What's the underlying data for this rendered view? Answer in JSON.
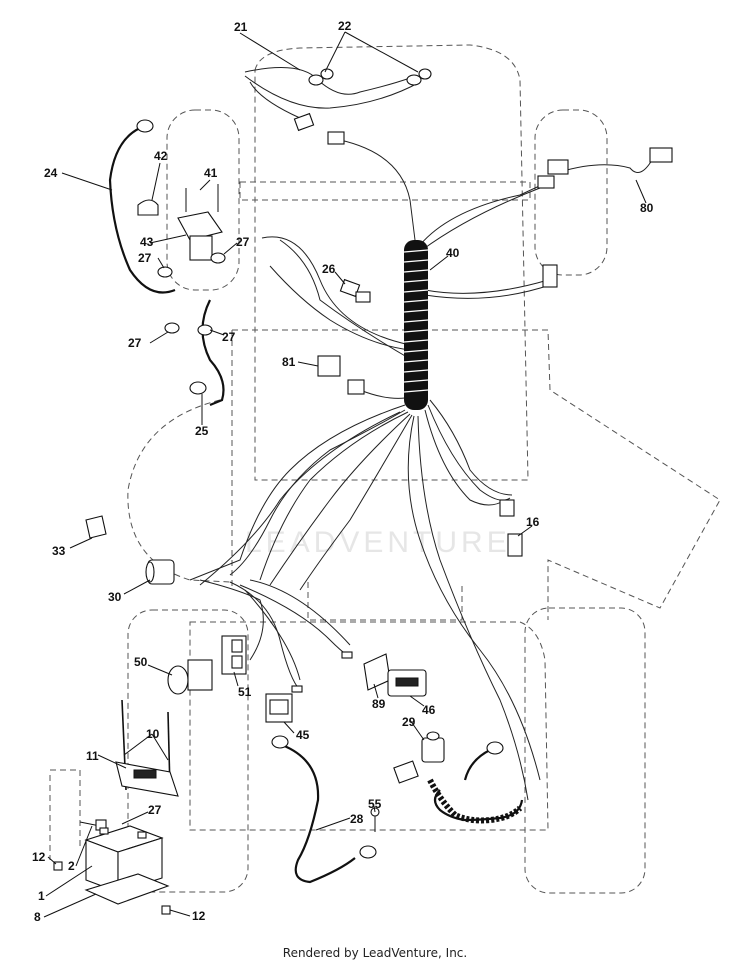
{
  "watermark": "LEADVENTURE",
  "footer": "Rendered by LeadVenture, Inc.",
  "callouts": [
    "21",
    "22",
    "24",
    "42",
    "41",
    "43",
    "27",
    "27",
    "27",
    "27",
    "26",
    "40",
    "80",
    "81",
    "25",
    "33",
    "16",
    "30",
    "50",
    "51",
    "10",
    "11",
    "45",
    "89",
    "46",
    "29",
    "55",
    "28",
    "27",
    "12",
    "2",
    "1",
    "8",
    "12"
  ]
}
